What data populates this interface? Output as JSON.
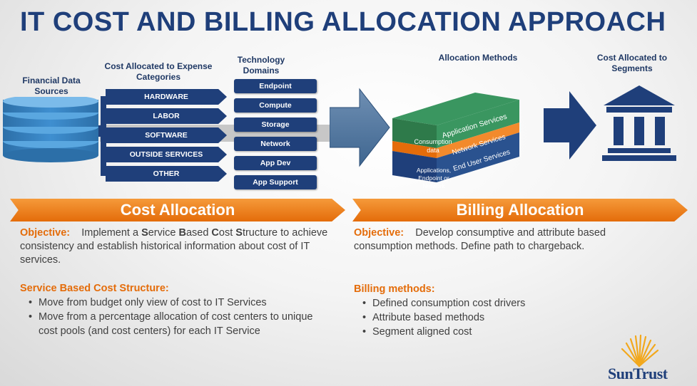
{
  "title": "IT COST AND BILLING ALLOCATION APPROACH",
  "headers": {
    "financial": "Financial Data Sources",
    "categories": "Cost Allocated to Expense Categories",
    "domains": "Technology Domains",
    "methods": "Allocation Methods",
    "segments": "Cost Allocated to Segments"
  },
  "categories": [
    "HARDWARE",
    "LABOR",
    "SOFTWARE",
    "OUTSIDE SERVICES",
    "OTHER"
  ],
  "domains": [
    "Endpoint",
    "Compute",
    "Storage",
    "Network",
    "App Dev",
    "App Support"
  ],
  "layers": {
    "top": "Application Services",
    "middle": "Network Services",
    "bottom": "End User Services",
    "front_mid": "Consumption data",
    "front_bottom": "Applications, Endpoint or Network"
  },
  "banners": {
    "left": "Cost Allocation",
    "right": "Billing Allocation"
  },
  "left_panel": {
    "objective_label": "Objective:",
    "objective_parts": [
      "Implement a ",
      "S",
      "ervice ",
      "B",
      "ased ",
      "C",
      "ost ",
      "S",
      "tructure to achieve consistency and establish historical information about cost of IT services."
    ],
    "subheading": "Service Based Cost Structure:",
    "bullets": [
      "Move from budget only view of cost to IT Services",
      "Move from a percentage allocation of cost centers to unique cost pools (and cost centers) for each IT Service"
    ]
  },
  "right_panel": {
    "objective_label": "Objective:",
    "objective_text": "Develop consumptive and attribute based consumption methods.  Define path to chargeback.",
    "subheading": "Billing methods:",
    "bullets": [
      "Defined consumption cost drivers",
      "Attribute based methods",
      "Segment aligned cost"
    ]
  },
  "logo": "SunTrust",
  "colors": {
    "navy": "#1f3f7a",
    "orange": "#e46c0a",
    "green": "#2e7a4a",
    "steel": "#4a6f9a"
  }
}
